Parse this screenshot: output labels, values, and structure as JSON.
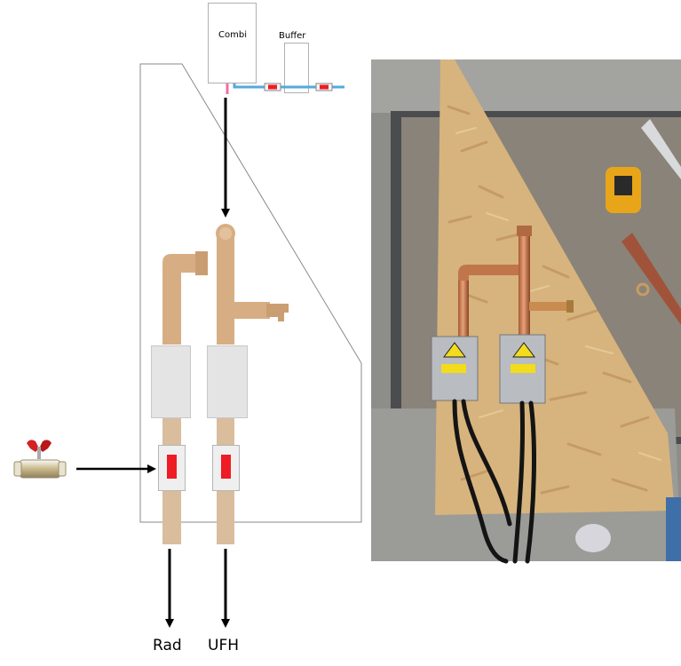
{
  "labels": {
    "combi": "Combi",
    "buffer": "Buffer",
    "rad": "Rad",
    "ufh": "UFH"
  },
  "colors": {
    "copper_pipe": "#d7ae83",
    "pipe_body": "#d9bd9d",
    "actuator_box": "#e4e4e4",
    "valve_indicator": "#ee1c24",
    "flow_pipe": "#55a9dc",
    "pink_pipe": "#ef6fa8",
    "outline": "#8a8a8a"
  },
  "icons": {
    "ball_valve": "ball-valve-icon",
    "photo": "manifold-photo"
  }
}
